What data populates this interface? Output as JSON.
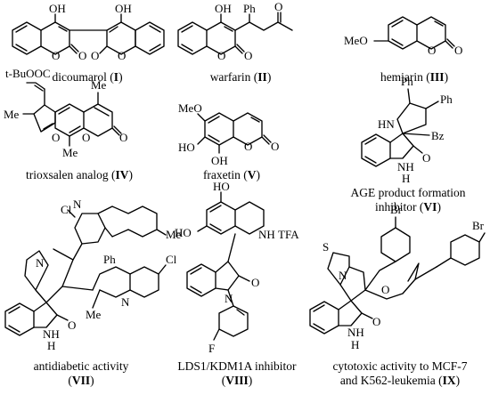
{
  "compounds": [
    {
      "name": "dicoumarol",
      "roman": "I"
    },
    {
      "name": "warfarin",
      "roman": "II"
    },
    {
      "name": "hemiarin",
      "roman": "III"
    },
    {
      "name": "trioxsalen analog",
      "roman": "IV"
    },
    {
      "name": "fraxetin",
      "roman": "V"
    },
    {
      "line1": "AGE product formation",
      "line2_prefix": "inhibitor",
      "roman": "VI"
    },
    {
      "name": "antidiabetic activity",
      "roman": "VII"
    },
    {
      "name": "LDS1/KDM1A inhibitor",
      "roman": "VIII"
    },
    {
      "line1": "cytotoxic activity to MCF-7",
      "line2_prefix": "and K562-leukemia",
      "roman": "IX"
    }
  ],
  "atom_labels": {
    "oh": "OH",
    "o": "O",
    "ph": "Ph",
    "meo": "MeO",
    "me": "Me",
    "tbuooc": "t-BuOOC",
    "ho": "HO",
    "hn": "HN",
    "nh": "NH",
    "n": "N",
    "bz": "Bz",
    "cl": "Cl",
    "tfa": "TFA",
    "f": "F",
    "br": "Br",
    "s": "S",
    "h": "H"
  }
}
